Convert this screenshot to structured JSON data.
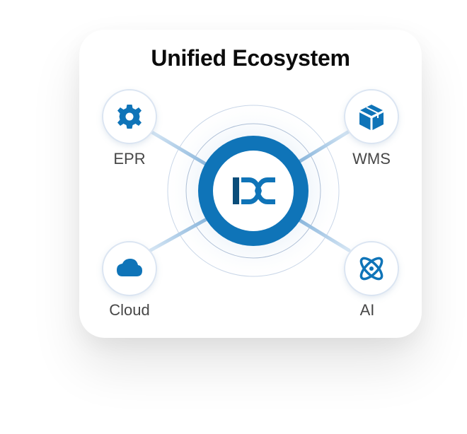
{
  "title": "Unified Ecosystem",
  "hub": {
    "logo_text": "IDC",
    "icon": "idc-logo"
  },
  "nodes": [
    {
      "id": "epr",
      "label": "EPR",
      "icon": "gear-icon"
    },
    {
      "id": "wms",
      "label": "WMS",
      "icon": "package-box-icon"
    },
    {
      "id": "cloud",
      "label": "Cloud",
      "icon": "cloud-icon"
    },
    {
      "id": "ai",
      "label": "AI",
      "icon": "atom-icon"
    }
  ],
  "colors": {
    "primary": "#0f74b8",
    "logo_dark": "#0a4d7a",
    "connector": "#9cc3e2",
    "node_border": "#dbe5f2",
    "label": "#474747",
    "title": "#0b0b0b"
  }
}
